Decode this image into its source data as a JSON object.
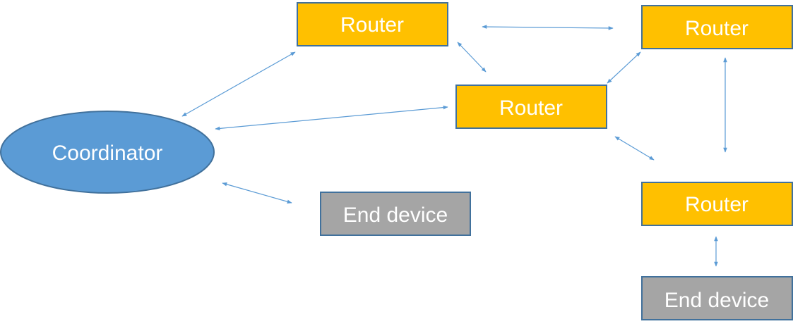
{
  "diagram": {
    "colors": {
      "router": "#ffc000",
      "end_device": "#a5a5a5",
      "coordinator": "#5b9bd5",
      "border": "#41719c",
      "edge": "#5b9bd5",
      "text": "#ffffff"
    },
    "nodes": {
      "coordinator": {
        "label": "Coordinator"
      },
      "router_top_left": {
        "label": "Router"
      },
      "router_top_right": {
        "label": "Router"
      },
      "router_center": {
        "label": "Router"
      },
      "router_right": {
        "label": "Router"
      },
      "end_device_center": {
        "label": "End device"
      },
      "end_device_right": {
        "label": "End device"
      }
    },
    "edges": [
      {
        "from": "coordinator",
        "to": "router_top_left"
      },
      {
        "from": "coordinator",
        "to": "router_center"
      },
      {
        "from": "coordinator",
        "to": "end_device_center"
      },
      {
        "from": "router_top_left",
        "to": "router_top_right"
      },
      {
        "from": "router_top_left",
        "to": "router_center"
      },
      {
        "from": "router_center",
        "to": "router_top_right"
      },
      {
        "from": "router_center",
        "to": "router_right"
      },
      {
        "from": "router_top_right",
        "to": "router_right"
      },
      {
        "from": "router_right",
        "to": "end_device_right"
      }
    ]
  }
}
